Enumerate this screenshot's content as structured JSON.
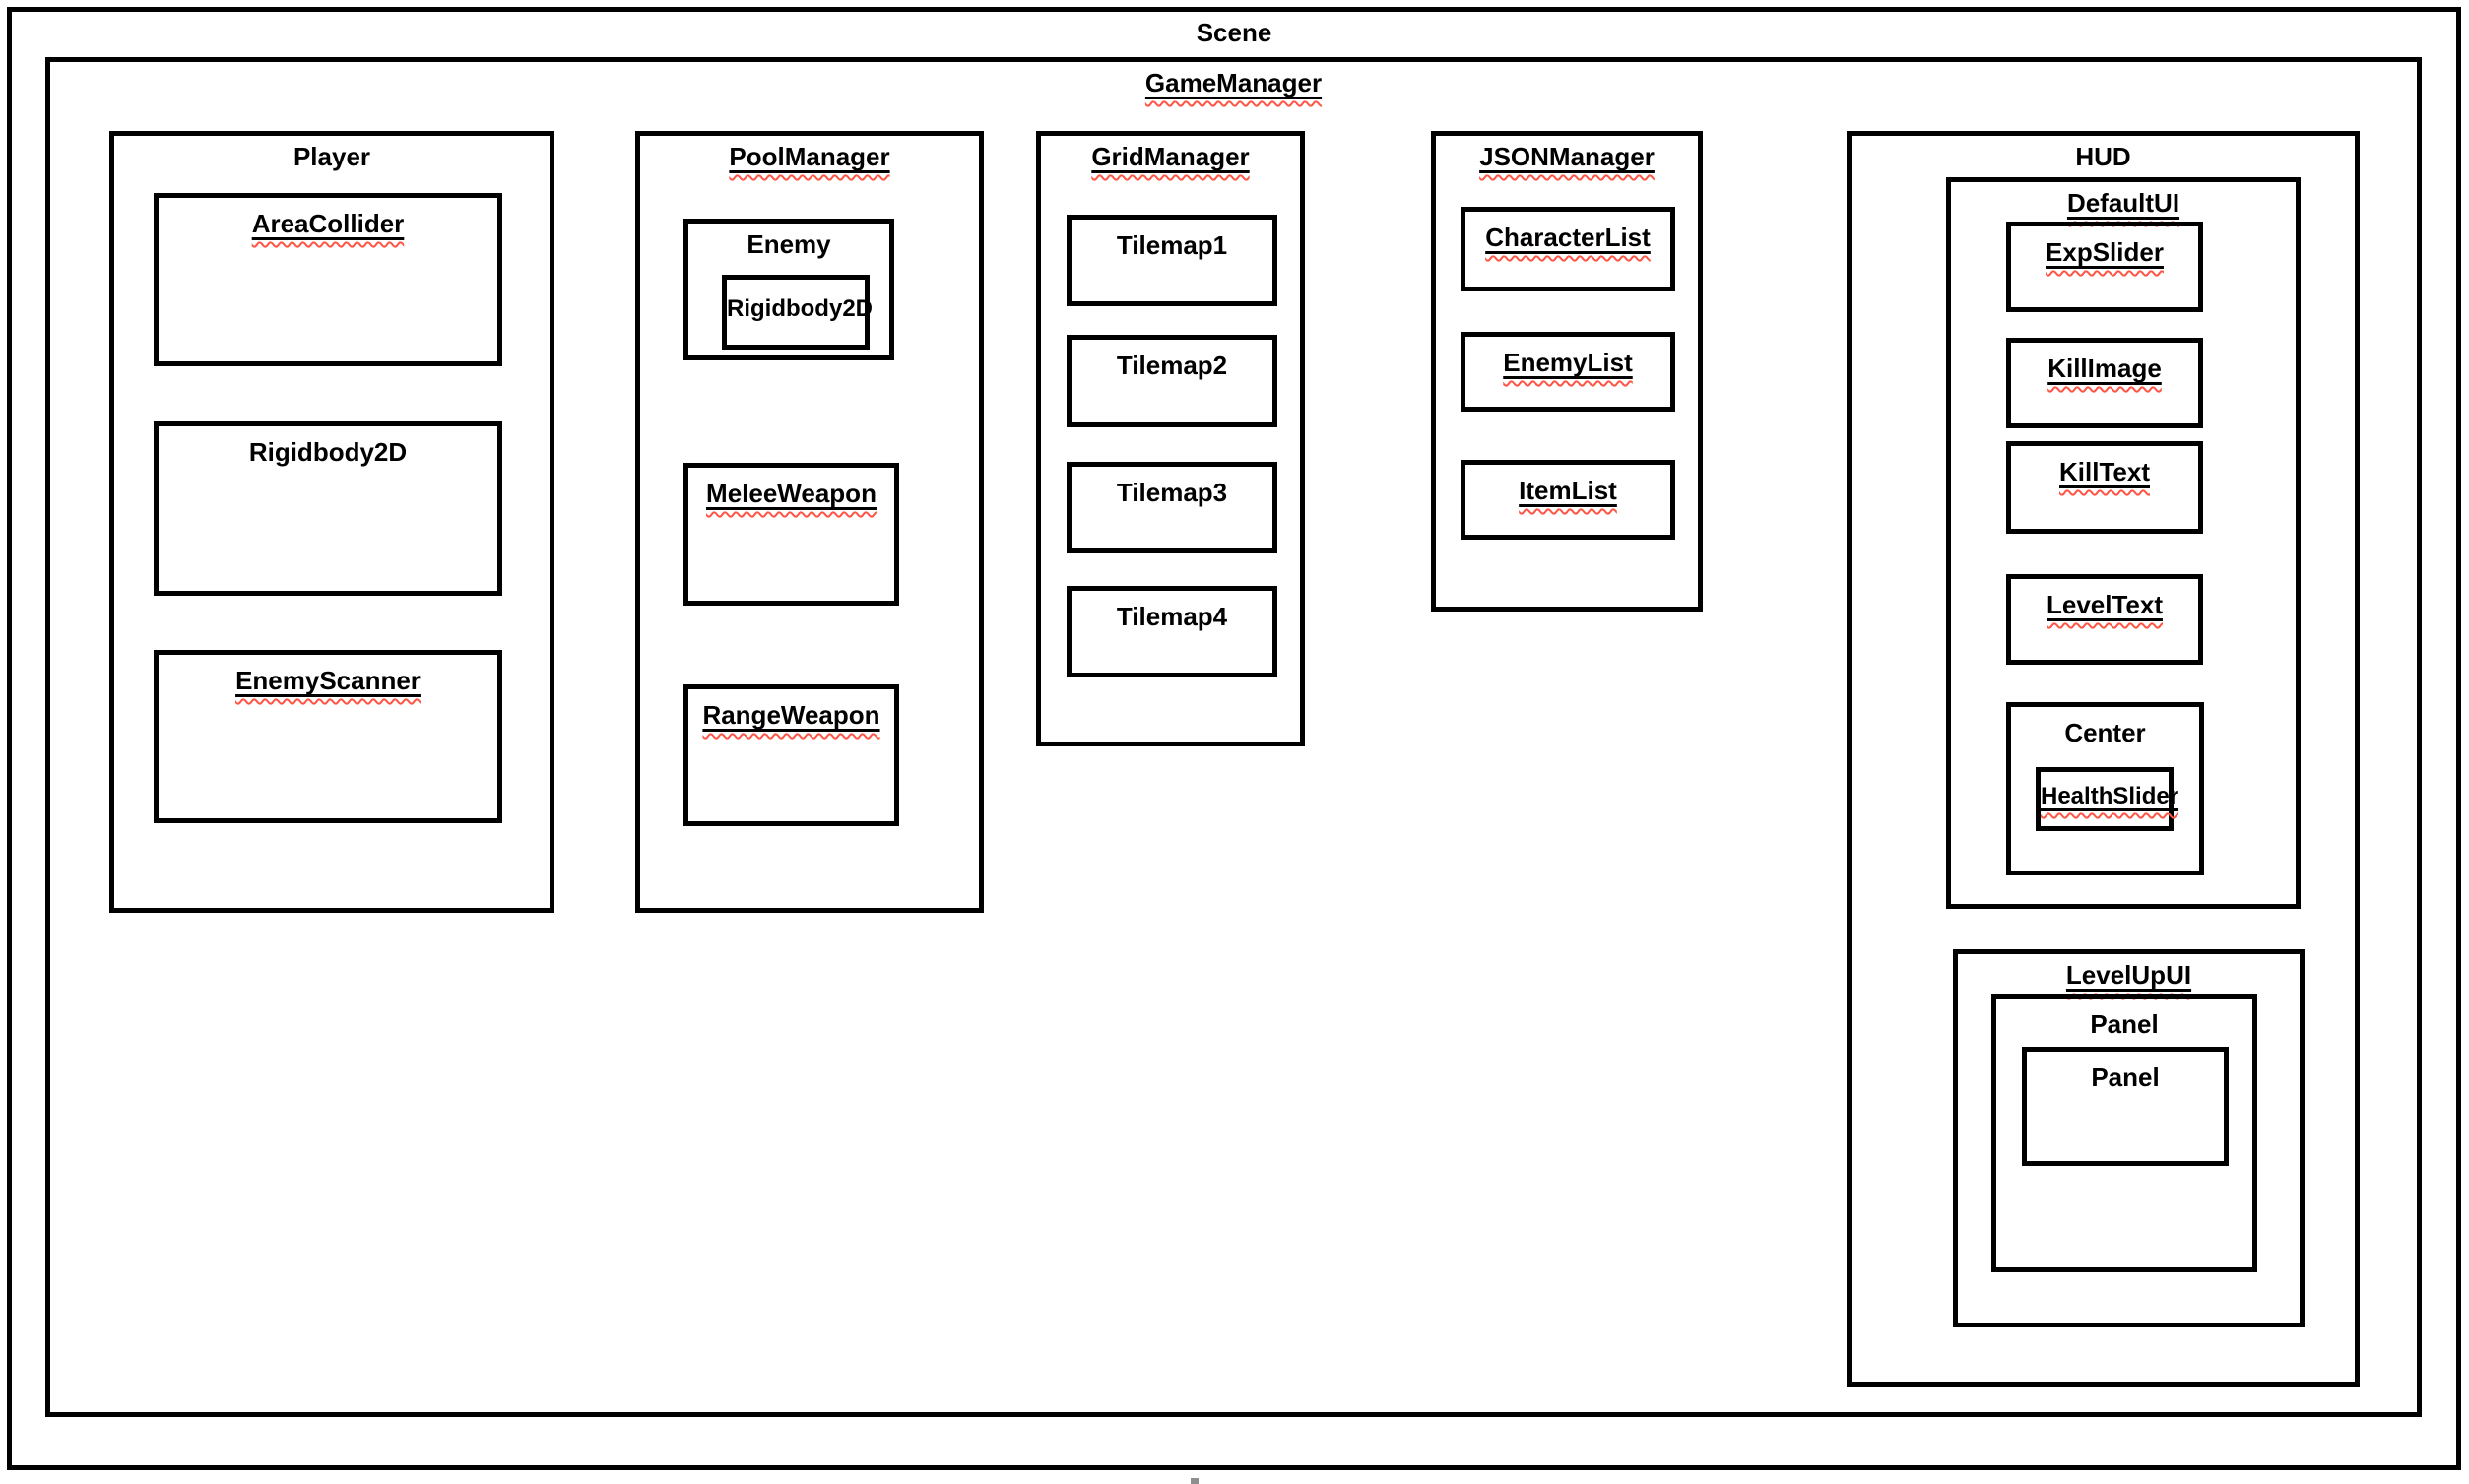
{
  "nodes": {
    "scene": "Scene",
    "game_manager": "GameManager",
    "player": "Player",
    "area_collider": "AreaCollider",
    "player_rigidbody2d": "Rigidbody2D",
    "enemy_scanner": "EnemyScanner",
    "pool_manager": "PoolManager",
    "enemy": "Enemy",
    "enemy_rigidbody2d": "Rigidbody2D",
    "melee_weapon": "MeleeWeapon",
    "range_weapon": "RangeWeapon",
    "grid_manager": "GridManager",
    "tilemap1": "Tilemap1",
    "tilemap2": "Tilemap2",
    "tilemap3": "Tilemap3",
    "tilemap4": "Tilemap4",
    "json_manager": "JSONManager",
    "character_list": "CharacterList",
    "enemy_list": "EnemyList",
    "item_list": "ItemList",
    "hud": "HUD",
    "default_ui": "DefaultUI",
    "exp_slider": "ExpSlider",
    "kill_image": "KillImage",
    "kill_text": "KillText",
    "level_text": "LevelText",
    "center": "Center",
    "health_slider": "HealthSlider",
    "level_up_ui": "LevelUpUI",
    "panel_outer": "Panel",
    "panel_inner": "Panel"
  },
  "colors": {
    "box_border": "#000000",
    "label_underline": "#000000",
    "spellcheck_squiggle": "#ff5544",
    "background": "#ffffff"
  }
}
